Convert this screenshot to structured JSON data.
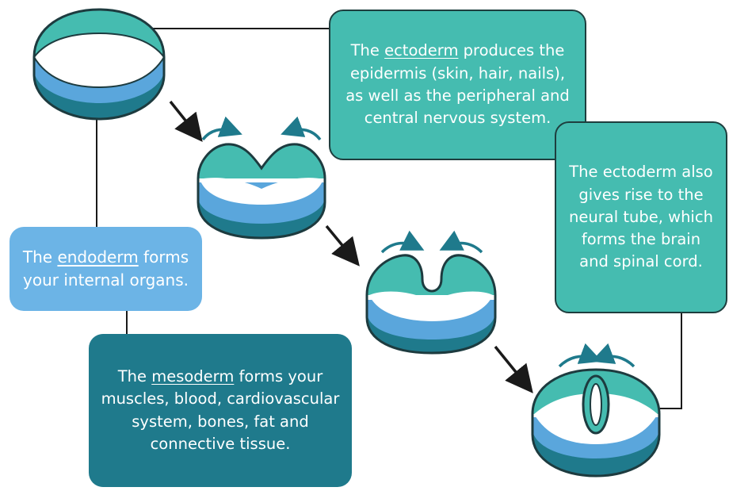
{
  "colors": {
    "ectoderm": "#45bcb0",
    "mesoderm": "#5aa6dc",
    "endoderm": "#1f7a8c",
    "interior": "#ffffff",
    "outline": "#1d3b3f",
    "arrow": "#1a1a1a",
    "ectoderm_box": "#45bcb0",
    "endoderm_box": "#6cb4e6",
    "mesoderm_box": "#1f7a8c"
  },
  "labels": {
    "ectoderm": {
      "before": "The ",
      "word": "ectoderm",
      "after": " produces the epidermis (skin, hair, nails), as well as the peripheral and central nervous system."
    },
    "neural_tube": {
      "text": "The ectoderm also gives rise to the neural tube, which forms the brain and spinal cord."
    },
    "endoderm": {
      "before": "The ",
      "word": "endoderm",
      "after": " forms your internal organs."
    },
    "mesoderm": {
      "before": "The ",
      "word": "mesoderm",
      "after": " forms your muscles, blood, cardiovascular system, bones, fat and connective tissue."
    }
  },
  "stages": [
    "flat embryonic disc",
    "neural plate folding",
    "neural groove",
    "neural tube closed"
  ]
}
